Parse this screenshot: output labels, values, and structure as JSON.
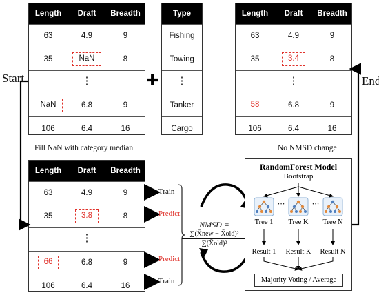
{
  "headers": {
    "length": "Length",
    "draft": "Draft",
    "breadth": "Breadth",
    "type": "Type"
  },
  "table_input": {
    "rows": [
      [
        "63",
        "4.9",
        "9"
      ],
      [
        "35",
        "NaN",
        "8"
      ],
      [
        "NaN",
        "6.8",
        "9"
      ],
      [
        "106",
        "6.4",
        "16"
      ]
    ]
  },
  "type_column": {
    "rows": [
      "Fishing",
      "Towing",
      "Tanker",
      "Cargo"
    ]
  },
  "table_output": {
    "rows": [
      [
        "63",
        "4.9",
        "9"
      ],
      [
        "35",
        "3.4",
        "8"
      ],
      [
        "58",
        "6.8",
        "9"
      ],
      [
        "106",
        "6.4",
        "16"
      ]
    ]
  },
  "table_work": {
    "rows": [
      [
        "63",
        "4.9",
        "9"
      ],
      [
        "35",
        "3.8",
        "8"
      ],
      [
        "66",
        "6.8",
        "9"
      ],
      [
        "106",
        "6.4",
        "16"
      ]
    ],
    "actions": [
      "Train",
      "Predict",
      "Predict",
      "Train"
    ]
  },
  "labels": {
    "start": "Start",
    "end": "End",
    "fill_nan": "Fill NaN with category median",
    "no_change": "No NMSD change",
    "plus": "✚",
    "dots": "⋮"
  },
  "rf": {
    "title": "RandomForest Model",
    "bootstrap": "Bootstrap",
    "trees": [
      "Tree 1",
      "Tree K",
      "Tree N"
    ],
    "results": [
      "Result 1",
      "Result K",
      "Result N"
    ],
    "voting": "Majority Voting / Average",
    "ellipsis": "• • •"
  },
  "formula": {
    "lhs": "NMSD =",
    "numerator": "∑(X̄new − X̄old)²",
    "denominator": "∑(X̄old)²"
  },
  "colors": {
    "red": "#e0312a",
    "node_orange": "#e58a3a",
    "node_blue": "#4f7fbf",
    "tree_bg": "#e9f1fa"
  }
}
